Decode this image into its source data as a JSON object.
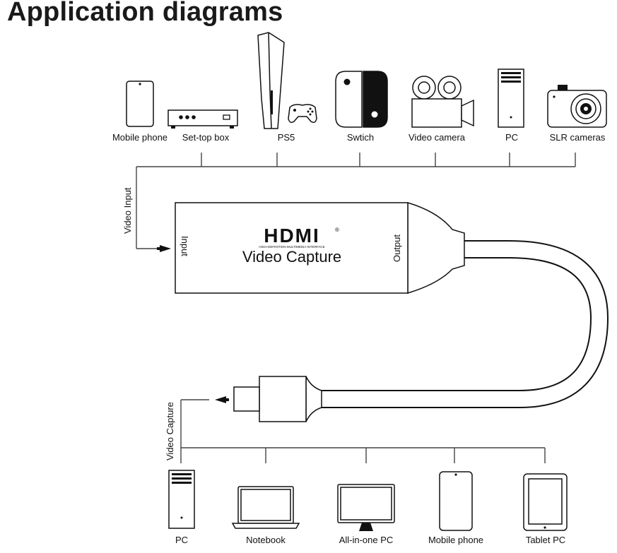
{
  "title": "Application diagrams",
  "input_devices": [
    {
      "id": "mobile-phone",
      "label": "Mobile phone"
    },
    {
      "id": "set-top-box",
      "label": "Set-top box"
    },
    {
      "id": "ps5",
      "label": "PS5"
    },
    {
      "id": "switch",
      "label": "Swtich"
    },
    {
      "id": "video-camera",
      "label": "Video camera"
    },
    {
      "id": "pc",
      "label": "PC"
    },
    {
      "id": "slr-cameras",
      "label": "SLR cameras"
    }
  ],
  "output_devices": [
    {
      "id": "pc",
      "label": "PC"
    },
    {
      "id": "notebook",
      "label": "Notebook"
    },
    {
      "id": "all-in-one-pc",
      "label": "All-in-one PC"
    },
    {
      "id": "mobile-phone",
      "label": "Mobile phone"
    },
    {
      "id": "tablet-pc",
      "label": "Tablet PC"
    }
  ],
  "capture": {
    "logo_text": "HDMI",
    "logo_trademark": "®",
    "logo_tagline": "HIGH-DEFINITION MULTIMEDIA INTERFACE",
    "product": "Video Capture",
    "input_port": "Input",
    "output_port": "Output"
  },
  "flow": {
    "input_label": "Video Input",
    "output_label": "Video Capture"
  },
  "colors": {
    "line": "#111111",
    "switch_right": "#111111",
    "switch_left": "#ffffff"
  }
}
